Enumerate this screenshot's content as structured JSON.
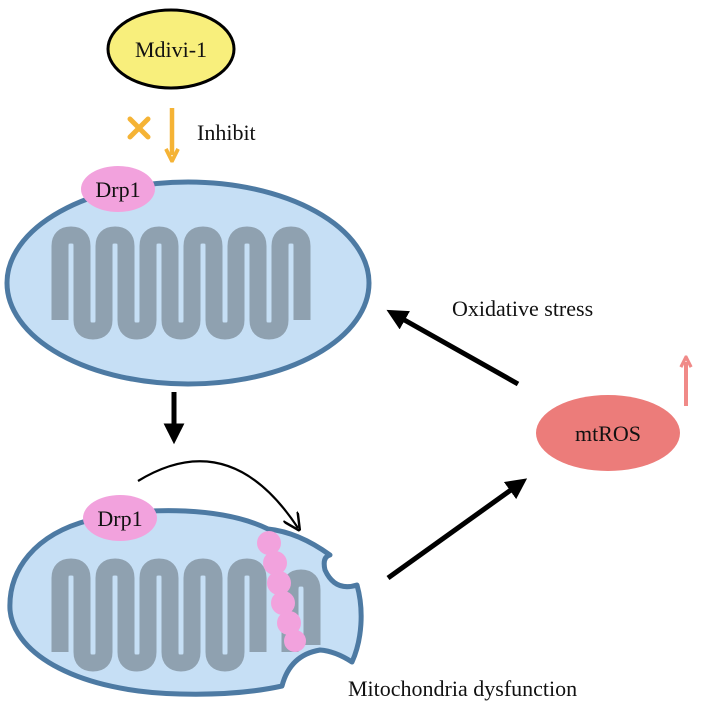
{
  "labels": {
    "mdivi": "Mdivi-1",
    "inhibit": "Inhibit",
    "drp1_top": "Drp1",
    "drp1_bottom": "Drp1",
    "oxidative_stress": "Oxidative stress",
    "mtros": "mtROS",
    "dysfunction": "Mitochondria dysfunction"
  },
  "colors": {
    "mdivi_fill": "#f8ef7c",
    "inhibit_orange": "#f5b335",
    "drp1_pink": "#f2a2dd",
    "mito_fill": "#c6dff5",
    "mito_stroke": "#4d7aa3",
    "cristae": "#8fa1b0",
    "mtros_fill": "#ec7c7a",
    "up_arrow": "#f08a88",
    "arrow_black": "#000000"
  },
  "icons": {
    "block_mark": "cross-mark-icon",
    "increase_mark": "up-arrow-icon"
  }
}
